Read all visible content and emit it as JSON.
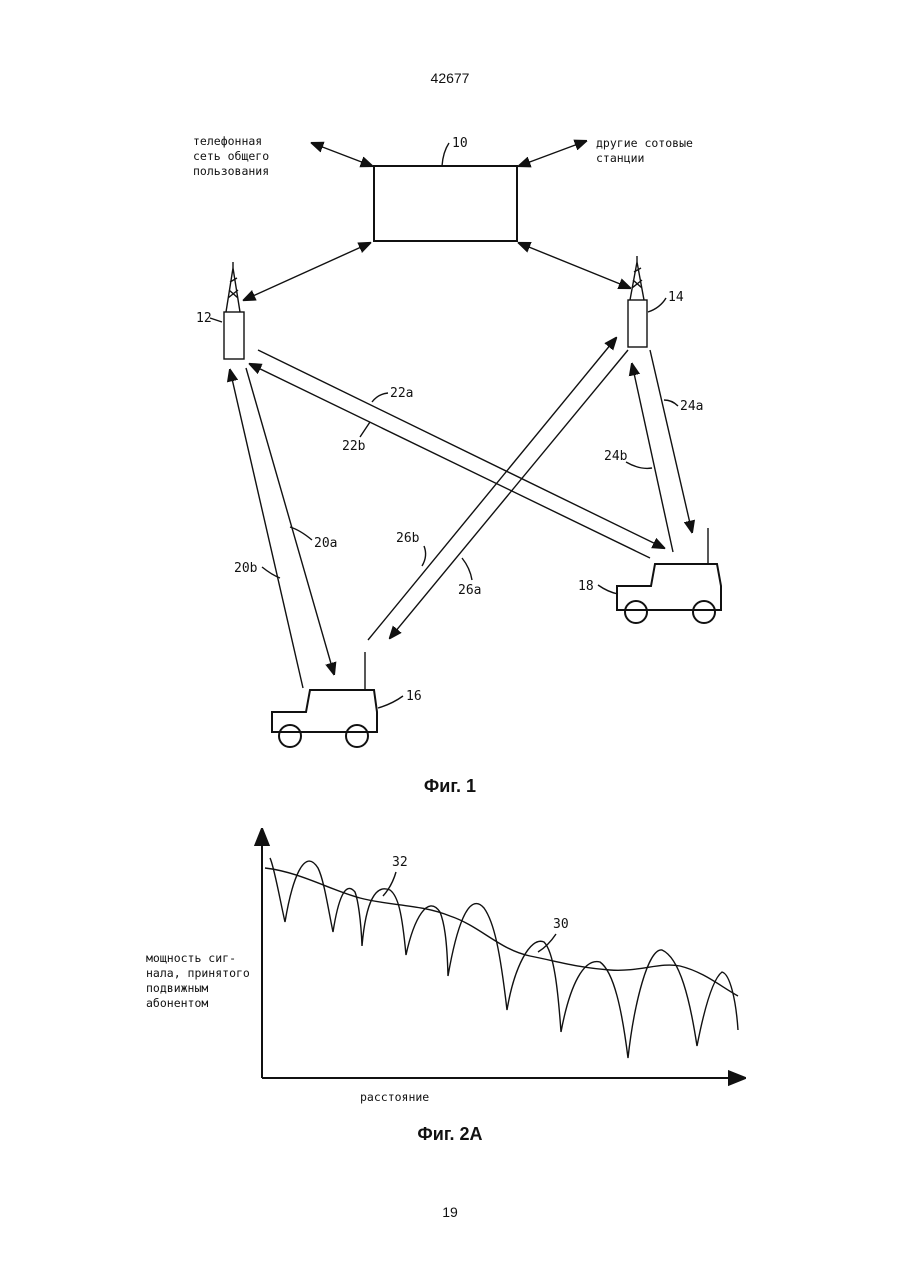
{
  "header": {
    "patent_number": "42677"
  },
  "figure1": {
    "caption": "Фиг. 1",
    "pstn_label": [
      "телефонная",
      "сеть общего",
      "пользования"
    ],
    "other_stations_label": [
      "другие сотовые",
      "станции"
    ],
    "ref_10": "10",
    "ref_12": "12",
    "ref_14": "14",
    "ref_16": "16",
    "ref_18": "18",
    "ref_20a": "20a",
    "ref_20b": "20b",
    "ref_22a": "22a",
    "ref_22b": "22b",
    "ref_24a": "24a",
    "ref_24b": "24b",
    "ref_26a": "26a",
    "ref_26b": "26b"
  },
  "figure2a": {
    "caption": "Фиг. 2А",
    "ylabel": [
      "мощность сиг-",
      "нала, принятого",
      "подвижным",
      "абонентом"
    ],
    "xlabel": "расстояние",
    "ref_30": "30",
    "ref_32": "32"
  },
  "footer": {
    "page": "19"
  }
}
